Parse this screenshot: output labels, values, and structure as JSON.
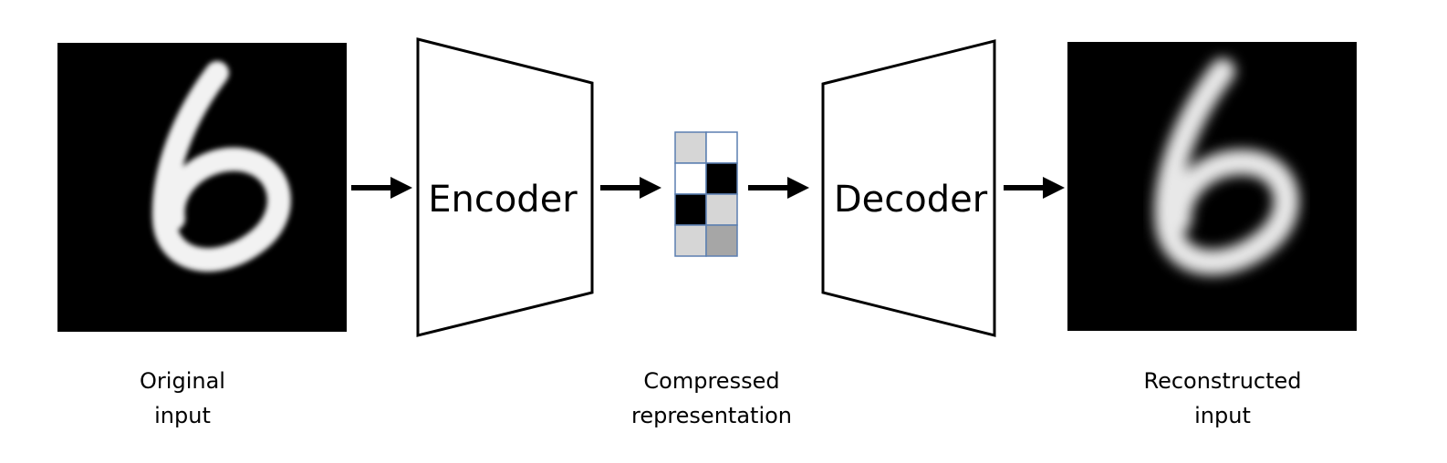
{
  "encoder": {
    "label": "Encoder"
  },
  "decoder": {
    "label": "Decoder"
  },
  "captions": {
    "original": {
      "line1": "Original",
      "line2": "input"
    },
    "compressed": {
      "line1": "Compressed",
      "line2": "representation"
    },
    "reconstructed": {
      "line1": "Reconstructed",
      "line2": "input"
    }
  },
  "latent_grid": {
    "rows": 4,
    "cols": 2,
    "cell_colors": [
      [
        "#d6d6d6",
        "#ffffff"
      ],
      [
        "#ffffff",
        "#000000"
      ],
      [
        "#000000",
        "#d6d6d6"
      ],
      [
        "#d6d6d6",
        "#a6a6a6"
      ]
    ],
    "border_color": "#5b7fb0"
  },
  "colors": {
    "image_background": "#000000",
    "digit_stroke": "#f2f2f2",
    "outline": "#000000"
  }
}
